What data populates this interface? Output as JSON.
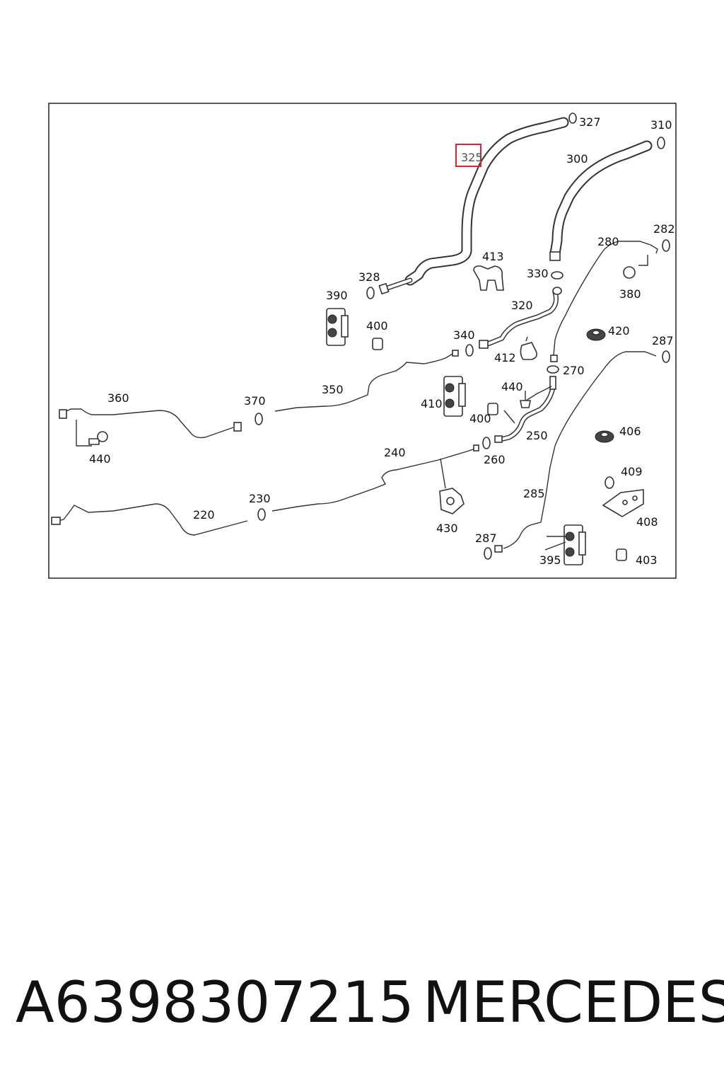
{
  "diagram": {
    "highlighted_part": "325",
    "part_labels": {
      "p327": "327",
      "p310": "310",
      "p325": "325",
      "p300": "300",
      "p282": "282",
      "p280": "280",
      "p413": "413",
      "p330": "330",
      "p380": "380",
      "p328": "328",
      "p390": "390",
      "p320": "320",
      "p400a": "400",
      "p340": "340",
      "p420": "420",
      "p412": "412",
      "p287a": "287",
      "p270": "270",
      "p440a": "440",
      "p360": "360",
      "p350": "350",
      "p370": "370",
      "p410": "410",
      "p400b": "400",
      "p250": "250",
      "p406": "406",
      "p440b": "440",
      "p240": "240",
      "p260": "260",
      "p409": "409",
      "p285": "285",
      "p230": "230",
      "p220": "220",
      "p408": "408",
      "p430": "430",
      "p287b": "287",
      "p395": "395",
      "p403": "403"
    }
  },
  "footer": {
    "part_number": "A6398307215",
    "brand": "MERCEDES"
  }
}
